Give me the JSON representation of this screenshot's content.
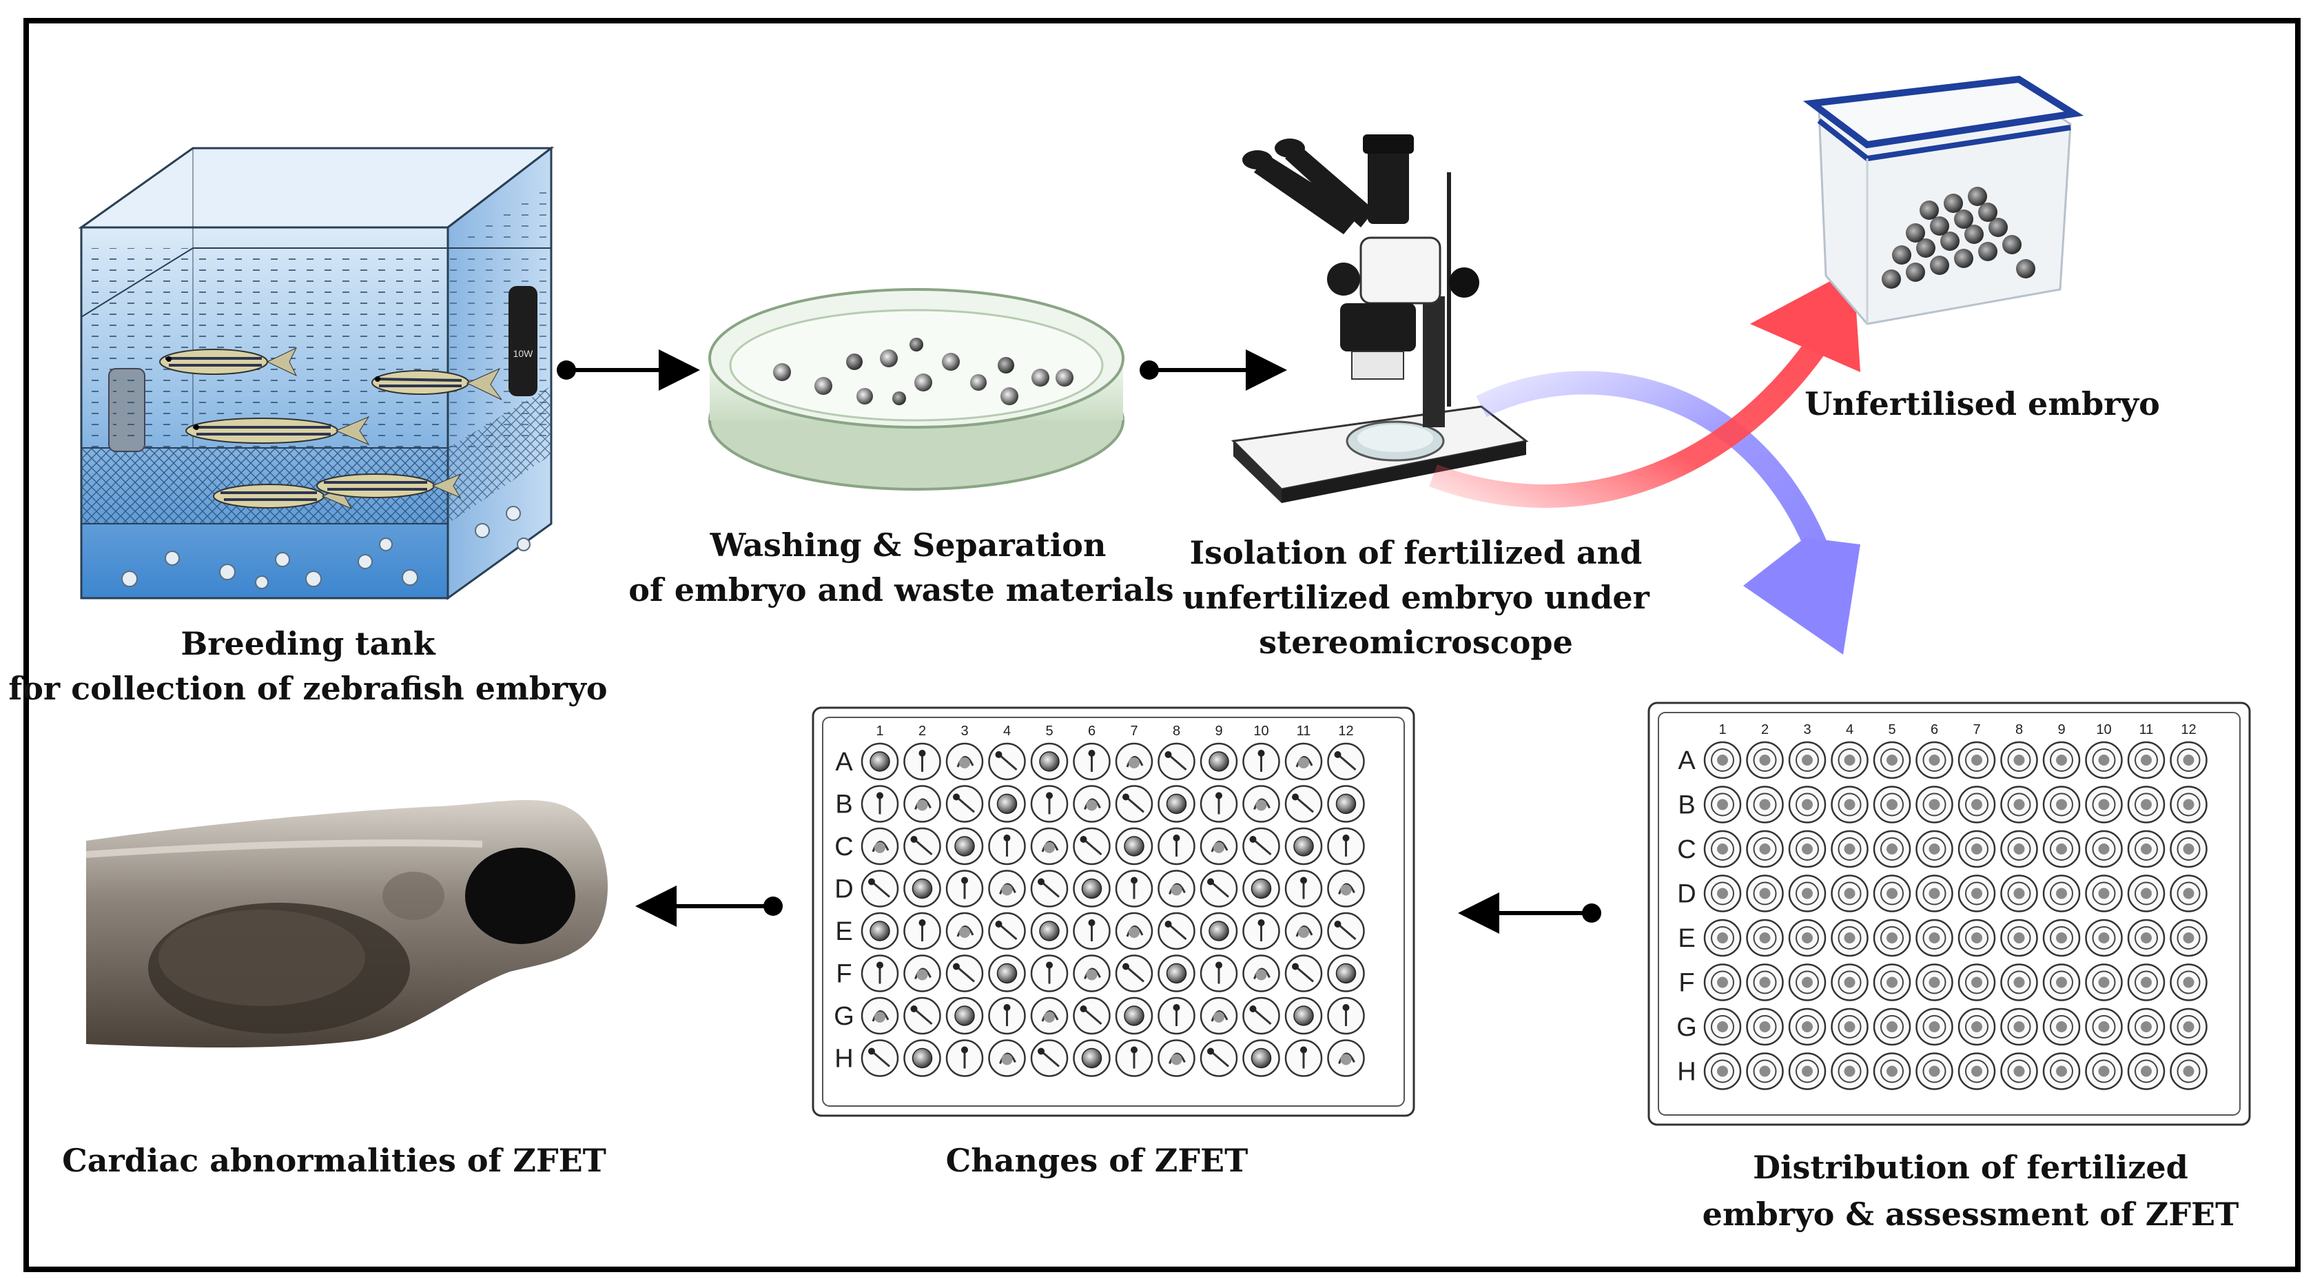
{
  "labels": {
    "tank_line1": "Breeding tank",
    "tank_line2": "for collection of zebrafish  embryo",
    "dish_line1": "Washing  & Separation",
    "dish_line2": "of embryo  and waste materials",
    "micro_line1": "Isolation  of fertilized  and",
    "micro_line2": "unfertilized  embryo  under",
    "micro_line3": "stereomicroscope",
    "unfertilised": "Unfertilised  embryo",
    "distribution_line1": "Distribution  of fertilized",
    "distribution_line2": "embryo  & assessment  of ZFET",
    "changes": "Changes of ZFET",
    "cardiac": "Cardiac  abnormalities  of ZFET"
  },
  "tank_heater_text": "10W",
  "plate": {
    "columns": [
      "1",
      "2",
      "3",
      "4",
      "5",
      "6",
      "7",
      "8",
      "9",
      "10",
      "11",
      "12"
    ],
    "rows": [
      "A",
      "B",
      "C",
      "D",
      "E",
      "F",
      "G",
      "H"
    ]
  },
  "colors": {
    "frame": "#000000",
    "tank_water": "#5b9bd5",
    "arrow_red": "#ff4b55",
    "arrow_blue": "#8b86ff",
    "dish": "#d9ead3",
    "container_lid": "#1e3f9c"
  }
}
